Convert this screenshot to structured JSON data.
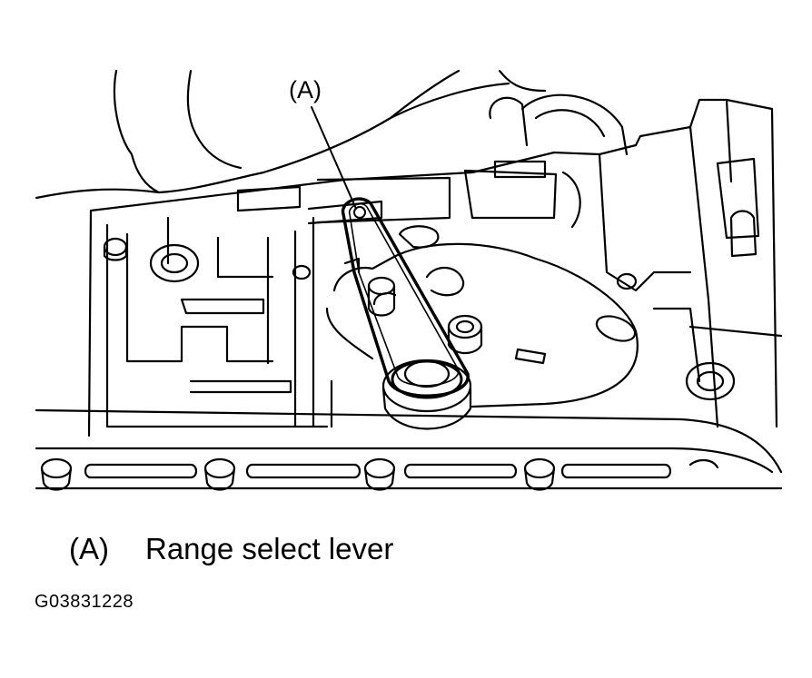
{
  "figure": {
    "callout_marker": "(A)",
    "icon": "transmission-valve-body-line-drawing"
  },
  "legend": {
    "items": [
      {
        "key": "(A)",
        "label": "Range select lever"
      }
    ]
  },
  "figure_id": "G03831228"
}
